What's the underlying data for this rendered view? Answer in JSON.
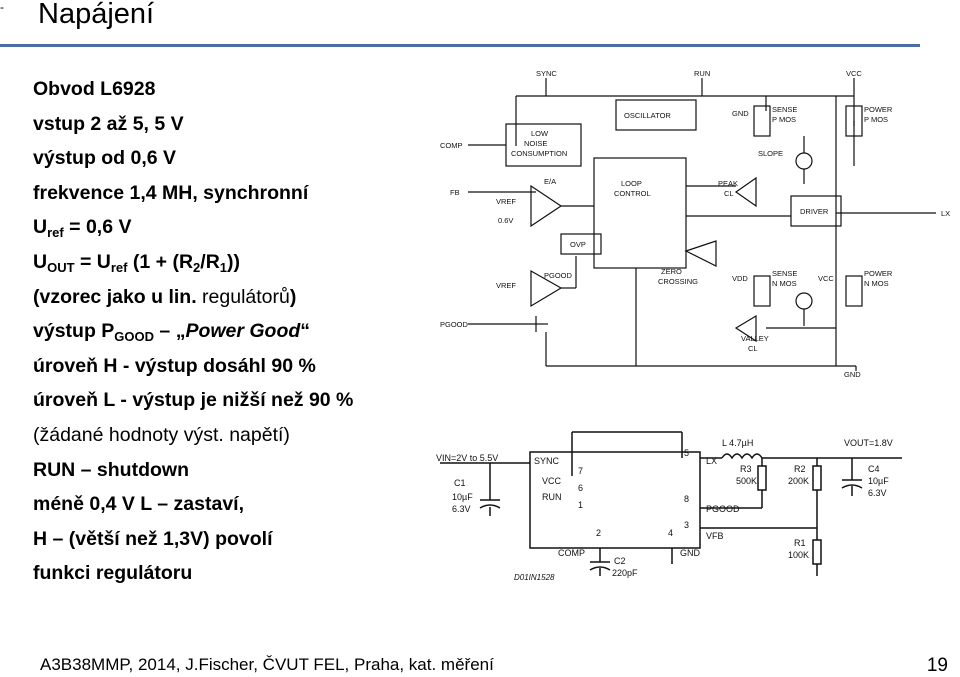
{
  "slide": {
    "corner_mark": "-",
    "title": "Napájení",
    "lines": [
      {
        "parts": [
          {
            "t": "Obvod L6928"
          }
        ],
        "bold": true
      },
      {
        "parts": [
          {
            "t": "vstup 2 až 5, 5 V"
          }
        ],
        "bold": true
      },
      {
        "parts": [
          {
            "t": "výstup od 0,6 V"
          }
        ],
        "bold": true
      },
      {
        "parts": [
          {
            "t": "frekvence 1,4 MH, synchronní"
          }
        ],
        "bold": true
      },
      {
        "parts": [
          {
            "t": "U"
          },
          {
            "t": "ref",
            "sub": true
          },
          {
            "t": " = 0,6 V"
          }
        ],
        "bold": true
      },
      {
        "parts": [
          {
            "t": "U"
          },
          {
            "t": "OUT",
            "sub": true
          },
          {
            "t": " = U"
          },
          {
            "t": "ref",
            "sub": true
          },
          {
            "t": " (1 + (R"
          },
          {
            "t": "2",
            "sub": true
          },
          {
            "t": "/R"
          },
          {
            "t": "1",
            "sub": true
          },
          {
            "t": "))"
          }
        ],
        "bold": true
      },
      {
        "parts": [
          {
            "t": "(vzorec jako u lin.",
            "b": true
          },
          {
            "t": " regulátorů"
          },
          {
            "t": ")",
            "b": true
          }
        ],
        "bold": false
      },
      {
        "parts": [
          {
            "t": "výstup P"
          },
          {
            "t": "GOOD",
            "sub": true
          },
          {
            "t": " – „"
          },
          {
            "t": "Power Good",
            "i": true
          },
          {
            "t": "“"
          }
        ],
        "bold": true
      },
      {
        "parts": [
          {
            "t": "úroveň H  - výstup dosáhl 90 %"
          }
        ],
        "bold": true
      },
      {
        "parts": [
          {
            "t": "úroveň L - výstup je nižší než 90 %"
          }
        ],
        "bold": true
      },
      {
        "parts": [
          {
            "t": "(žádané hodnoty výst. napětí)"
          }
        ],
        "bold": false
      },
      {
        "parts": [
          {
            "t": "RUN – shutdown"
          }
        ],
        "bold": true
      },
      {
        "parts": [
          {
            "t": "méně 0,4 V L – zastaví,"
          }
        ],
        "bold": true
      },
      {
        "parts": [
          {
            "t": "H – (větší než 1,3V) povolí"
          }
        ],
        "bold": true
      },
      {
        "parts": [
          {
            "t": "funkci regulátoru"
          }
        ],
        "bold": true
      }
    ],
    "footer": "A3B38MMP, 2014, J.Fischer,  ČVUT  FEL, Praha,  kat. měření",
    "page_number": "19"
  },
  "block_diagram": {
    "pins": {
      "sync": "SYNC",
      "run": "RUN",
      "vcc": "VCC",
      "comp": "COMP",
      "fb": "FB",
      "pgood": "PGOOD",
      "lx": "LX",
      "gnd": "GND"
    },
    "blocks": {
      "oscillator": "OSCILLATOR",
      "low_noise": [
        "LOW",
        "NOISE",
        "CONSUMPTION"
      ],
      "loop_control": [
        "LOOP",
        "CONTROL"
      ],
      "ovp": "OVP",
      "driver": "DRIVER",
      "ea": "E/A",
      "zero_crossing": [
        "ZERO",
        "CROSSING"
      ],
      "valley": [
        "VALLEY",
        "CL"
      ],
      "slope": "SLOPE",
      "peak": [
        "PEAK",
        "CL"
      ],
      "sense_p": [
        "SENSE",
        "P MOS"
      ],
      "power_p": [
        "POWER",
        "P MOS"
      ],
      "sense_n": [
        "SENSE",
        "N MOS"
      ],
      "power_n": [
        "POWER",
        "N MOS"
      ],
      "vref": "VREF",
      "v06": "0.6V",
      "vref2": "VREF",
      "pgood_cmp": "PGOOD",
      "gnd_small": "GND",
      "vdd": "VDD",
      "vcc_small": "VCC"
    }
  },
  "application_circuit": {
    "vin_label": "VIN=2V to 5.5V",
    "c1": [
      "C1",
      "10µF",
      "6.3V"
    ],
    "c2": [
      "C2",
      "220pF"
    ],
    "r3": [
      "R3",
      "500K"
    ],
    "r2": [
      "R2",
      "200K"
    ],
    "r1": [
      "R1",
      "100K"
    ],
    "c4": [
      "C4",
      "10µF",
      "6.3V"
    ],
    "inductor": "L 4.7µH",
    "vout_label": "VOUT=1.8V",
    "ic_pins": {
      "sync": "SYNC",
      "vcc": "VCC",
      "run": "RUN",
      "lx": "LX",
      "pgood": "PGOOD",
      "vfb": "VFB",
      "comp": "COMP",
      "gnd": "GND"
    },
    "pin_numbers": {
      "p7": "7",
      "p6": "6",
      "p1": "1",
      "p5": "5",
      "p8": "8",
      "p3": "3",
      "p2": "2",
      "p4": "4"
    },
    "doc_id": "D01IN1528"
  }
}
